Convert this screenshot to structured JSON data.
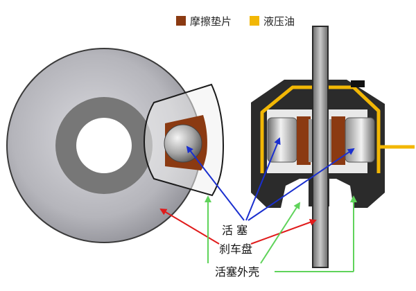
{
  "legend": [
    {
      "swatch_color": "#8b3a12",
      "label": "摩擦垫片"
    },
    {
      "swatch_color": "#f2b705",
      "label": "液压油"
    }
  ],
  "labels": {
    "piston": "活 塞",
    "brake_disc": "刹车盘",
    "piston_housing": "活塞外壳"
  },
  "colors": {
    "friction_pad": "#8b3a12",
    "hydraulic_oil": "#f2b705",
    "arrow_red": "#e01b1b",
    "arrow_blue": "#1a2fcf",
    "arrow_green": "#5fd35a",
    "housing": "#2b2b2b",
    "disc_outer": "#b9b9bf",
    "disc_hub": "#757575"
  }
}
